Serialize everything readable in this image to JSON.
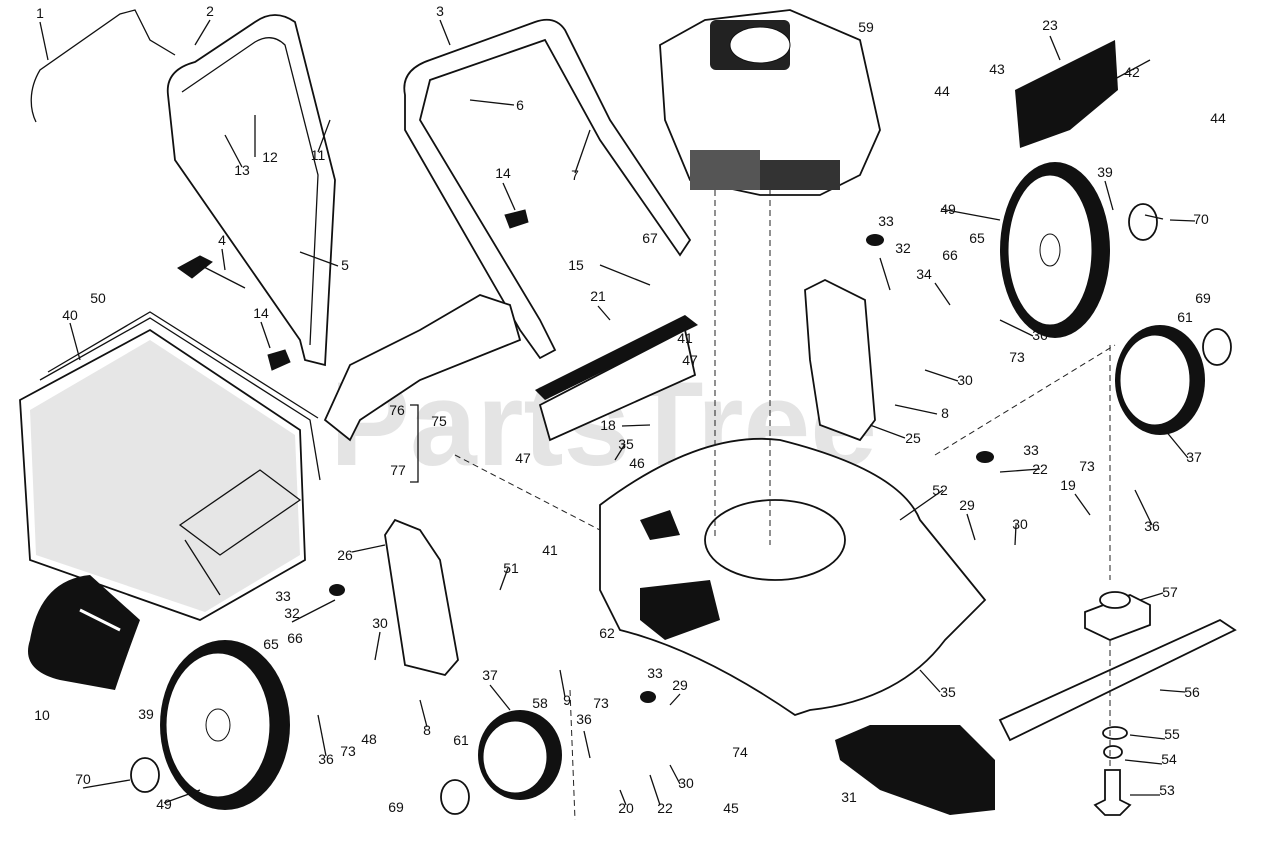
{
  "watermark": "PartsTree",
  "part_labels": [
    {
      "id": "1",
      "text": "1"
    },
    {
      "id": "2",
      "text": "2"
    },
    {
      "id": "3",
      "text": "3"
    },
    {
      "id": "4",
      "text": "4"
    },
    {
      "id": "5",
      "text": "5"
    },
    {
      "id": "6",
      "text": "6"
    },
    {
      "id": "7",
      "text": "7"
    },
    {
      "id": "8a",
      "text": "8"
    },
    {
      "id": "8b",
      "text": "8"
    },
    {
      "id": "9",
      "text": "9"
    },
    {
      "id": "10",
      "text": "10"
    },
    {
      "id": "11",
      "text": "11"
    },
    {
      "id": "12",
      "text": "12"
    },
    {
      "id": "13",
      "text": "13"
    },
    {
      "id": "14a",
      "text": "14"
    },
    {
      "id": "14b",
      "text": "14"
    },
    {
      "id": "15",
      "text": "15"
    },
    {
      "id": "18",
      "text": "18"
    },
    {
      "id": "19",
      "text": "19"
    },
    {
      "id": "20",
      "text": "20"
    },
    {
      "id": "21",
      "text": "21"
    },
    {
      "id": "22a",
      "text": "22"
    },
    {
      "id": "22b",
      "text": "22"
    },
    {
      "id": "23",
      "text": "23"
    },
    {
      "id": "25",
      "text": "25"
    },
    {
      "id": "26",
      "text": "26"
    },
    {
      "id": "29a",
      "text": "29"
    },
    {
      "id": "29b",
      "text": "29"
    },
    {
      "id": "30a",
      "text": "30"
    },
    {
      "id": "30b",
      "text": "30"
    },
    {
      "id": "30c",
      "text": "30"
    },
    {
      "id": "30d",
      "text": "30"
    },
    {
      "id": "31",
      "text": "31"
    },
    {
      "id": "32a",
      "text": "32"
    },
    {
      "id": "32b",
      "text": "32"
    },
    {
      "id": "33a",
      "text": "33"
    },
    {
      "id": "33b",
      "text": "33"
    },
    {
      "id": "33c",
      "text": "33"
    },
    {
      "id": "33d",
      "text": "33"
    },
    {
      "id": "34",
      "text": "34"
    },
    {
      "id": "35a",
      "text": "35"
    },
    {
      "id": "35b",
      "text": "35"
    },
    {
      "id": "36a",
      "text": "36"
    },
    {
      "id": "36b",
      "text": "36"
    },
    {
      "id": "36c",
      "text": "36"
    },
    {
      "id": "36d",
      "text": "36"
    },
    {
      "id": "37a",
      "text": "37"
    },
    {
      "id": "37b",
      "text": "37"
    },
    {
      "id": "39a",
      "text": "39"
    },
    {
      "id": "39b",
      "text": "39"
    },
    {
      "id": "40",
      "text": "40"
    },
    {
      "id": "41a",
      "text": "41"
    },
    {
      "id": "41b",
      "text": "41"
    },
    {
      "id": "42",
      "text": "42"
    },
    {
      "id": "43",
      "text": "43"
    },
    {
      "id": "44a",
      "text": "44"
    },
    {
      "id": "44b",
      "text": "44"
    },
    {
      "id": "45",
      "text": "45"
    },
    {
      "id": "46",
      "text": "46"
    },
    {
      "id": "47a",
      "text": "47"
    },
    {
      "id": "47b",
      "text": "47"
    },
    {
      "id": "48",
      "text": "48"
    },
    {
      "id": "49a",
      "text": "49"
    },
    {
      "id": "49b",
      "text": "49"
    },
    {
      "id": "50",
      "text": "50"
    },
    {
      "id": "51",
      "text": "51"
    },
    {
      "id": "52",
      "text": "52"
    },
    {
      "id": "54",
      "text": "54"
    },
    {
      "id": "55",
      "text": "55"
    },
    {
      "id": "56",
      "text": "56"
    },
    {
      "id": "57",
      "text": "57"
    },
    {
      "id": "58",
      "text": "58"
    },
    {
      "id": "59",
      "text": "59"
    },
    {
      "id": "61a",
      "text": "61"
    },
    {
      "id": "61b",
      "text": "61"
    },
    {
      "id": "62",
      "text": "62"
    },
    {
      "id": "65a",
      "text": "65"
    },
    {
      "id": "65b",
      "text": "65"
    },
    {
      "id": "66a",
      "text": "66"
    },
    {
      "id": "66b",
      "text": "66"
    },
    {
      "id": "67",
      "text": "67"
    },
    {
      "id": "69a",
      "text": "69"
    },
    {
      "id": "69b",
      "text": "69"
    },
    {
      "id": "70a",
      "text": "70"
    },
    {
      "id": "70b",
      "text": "70"
    },
    {
      "id": "73a",
      "text": "73"
    },
    {
      "id": "73b",
      "text": "73"
    },
    {
      "id": "73c",
      "text": "73"
    },
    {
      "id": "73d",
      "text": "73"
    },
    {
      "id": "74",
      "text": "74"
    },
    {
      "id": "75",
      "text": "75"
    },
    {
      "id": "76",
      "text": "76"
    },
    {
      "id": "77",
      "text": "77"
    },
    {
      "id": "53",
      "text": "53"
    }
  ]
}
